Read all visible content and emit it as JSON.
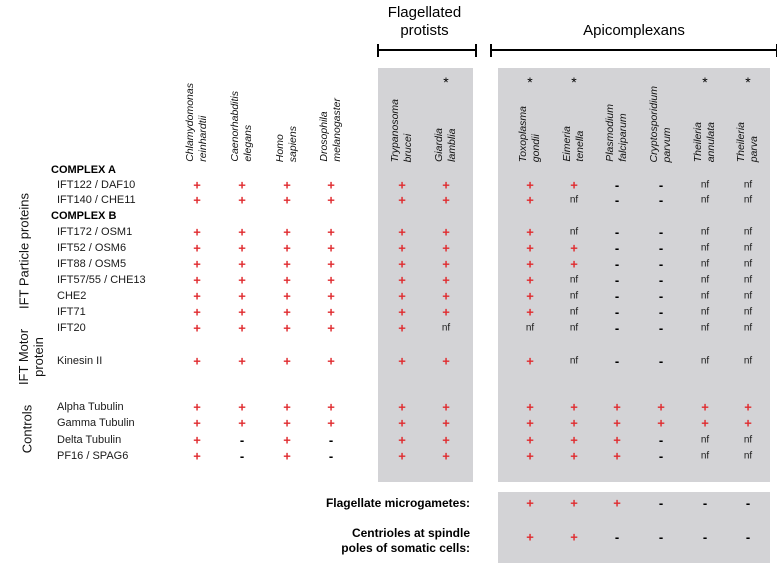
{
  "groups": [
    {
      "title": "Flagellated\nprotists"
    },
    {
      "title": "Apicomplexans"
    }
  ],
  "side_labels": [
    "IFT Particle proteins",
    "IFT Motor\nprotein",
    "Controls"
  ],
  "organisms": [
    {
      "genus": "Chlamydomonas",
      "species": "reinhardtii",
      "star": false,
      "group": "model"
    },
    {
      "genus": "Caenorhabditis",
      "species": "elegans",
      "star": false,
      "group": "model"
    },
    {
      "genus": "Homo",
      "species": "sapiens",
      "star": false,
      "group": "model"
    },
    {
      "genus": "Drosophila",
      "species": "melanogaster",
      "star": false,
      "group": "model"
    },
    {
      "genus": "Trypanosoma",
      "species": "brucei",
      "star": false,
      "group": "flagellated-protists"
    },
    {
      "genus": "Giardia",
      "species": "lamblia",
      "star": true,
      "group": "flagellated-protists"
    },
    {
      "genus": "Toxoplasma",
      "species": "gondii",
      "star": true,
      "group": "apicomplexans"
    },
    {
      "genus": "Eimeria",
      "species": "tenella",
      "star": true,
      "group": "apicomplexans"
    },
    {
      "genus": "Plasmodium",
      "species": "falciparum",
      "star": false,
      "group": "apicomplexans"
    },
    {
      "genus": "Cryptosporidium",
      "species": "parvum",
      "star": false,
      "group": "apicomplexans"
    },
    {
      "genus": "Theileria",
      "species": "annulata",
      "star": true,
      "group": "apicomplexans"
    },
    {
      "genus": "Theileria",
      "species": "parva",
      "star": true,
      "group": "apicomplexans"
    }
  ],
  "rows": [
    {
      "type": "header",
      "label": "COMPLEX A"
    },
    {
      "type": "data",
      "label": "IFT122 / DAF10",
      "values": [
        "+",
        "+",
        "+",
        "+",
        "+",
        "+",
        "+",
        "+",
        "-",
        "-",
        "nf",
        "nf"
      ]
    },
    {
      "type": "data",
      "label": "IFT140 / CHE11",
      "values": [
        "+",
        "+",
        "+",
        "+",
        "+",
        "+",
        "+",
        "nf",
        "-",
        "-",
        "nf",
        "nf"
      ]
    },
    {
      "type": "header",
      "label": "COMPLEX B"
    },
    {
      "type": "data",
      "label": "IFT172 / OSM1",
      "values": [
        "+",
        "+",
        "+",
        "+",
        "+",
        "+",
        "+",
        "nf",
        "-",
        "-",
        "nf",
        "nf"
      ]
    },
    {
      "type": "data",
      "label": "IFT52 / OSM6",
      "values": [
        "+",
        "+",
        "+",
        "+",
        "+",
        "+",
        "+",
        "+",
        "-",
        "-",
        "nf",
        "nf"
      ]
    },
    {
      "type": "data",
      "label": "IFT88 / OSM5",
      "values": [
        "+",
        "+",
        "+",
        "+",
        "+",
        "+",
        "+",
        "+",
        "-",
        "-",
        "nf",
        "nf"
      ]
    },
    {
      "type": "data",
      "label": "IFT57/55 / CHE13",
      "values": [
        "+",
        "+",
        "+",
        "+",
        "+",
        "+",
        "+",
        "nf",
        "-",
        "-",
        "nf",
        "nf"
      ]
    },
    {
      "type": "data",
      "label": "CHE2",
      "values": [
        "+",
        "+",
        "+",
        "+",
        "+",
        "+",
        "+",
        "nf",
        "-",
        "-",
        "nf",
        "nf"
      ]
    },
    {
      "type": "data",
      "label": "IFT71",
      "values": [
        "+",
        "+",
        "+",
        "+",
        "+",
        "+",
        "+",
        "nf",
        "-",
        "-",
        "nf",
        "nf"
      ]
    },
    {
      "type": "data",
      "label": "IFT20",
      "values": [
        "+",
        "+",
        "+",
        "+",
        "+",
        "nf",
        "nf",
        "nf",
        "-",
        "-",
        "nf",
        "nf"
      ]
    },
    {
      "type": "data",
      "label": "Kinesin II",
      "values": [
        "+",
        "+",
        "+",
        "+",
        "+",
        "+",
        "+",
        "nf",
        "-",
        "-",
        "nf",
        "nf"
      ]
    },
    {
      "type": "data",
      "label": "Alpha Tubulin",
      "values": [
        "+",
        "+",
        "+",
        "+",
        "+",
        "+",
        "+",
        "+",
        "+",
        "+",
        "+",
        "+"
      ]
    },
    {
      "type": "data",
      "label": "Gamma Tubulin",
      "values": [
        "+",
        "+",
        "+",
        "+",
        "+",
        "+",
        "+",
        "+",
        "+",
        "+",
        "+",
        "+"
      ]
    },
    {
      "type": "data",
      "label": "Delta Tubulin",
      "values": [
        "+",
        "-",
        "+",
        "-",
        "+",
        "+",
        "+",
        "+",
        "+",
        "-",
        "nf",
        "nf"
      ]
    },
    {
      "type": "data",
      "label": "PF16 / SPAG6",
      "values": [
        "+",
        "-",
        "+",
        "-",
        "+",
        "+",
        "+",
        "+",
        "+",
        "-",
        "nf",
        "nf"
      ]
    }
  ],
  "bottom_rows": [
    {
      "label": "Flagellate microgametes:",
      "values": [
        "+",
        "+",
        "+",
        "-",
        "-",
        "-"
      ]
    },
    {
      "label": "Centrioles at spindle\npoles of somatic cells:",
      "values": [
        "+",
        "+",
        "-",
        "-",
        "-",
        "-"
      ]
    }
  ],
  "legend": {
    "plus": "+",
    "minus": "-",
    "not_found": "nf"
  },
  "colors": {
    "plus_red": "#e02b2f",
    "text_black": "#1a1a1a",
    "group_shading": "#d3d3d6"
  }
}
